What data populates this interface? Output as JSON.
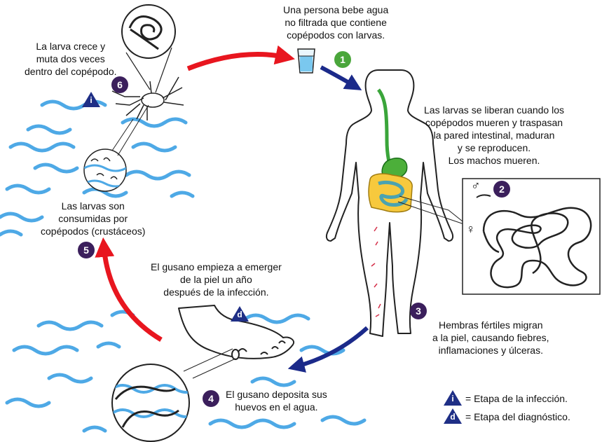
{
  "steps": {
    "s1": {
      "number": "1",
      "text": [
        "Una persona bebe agua",
        "no filtrada que contiene",
        "copépodos con larvas."
      ]
    },
    "s2": {
      "number": "2",
      "text": [
        "Las larvas se liberan cuando los",
        "copépodos mueren y traspasan",
        "la pared intestinal, maduran",
        "y se reproducen.",
        "Los machos mueren."
      ]
    },
    "s3": {
      "number": "3",
      "text": [
        "Hembras fértiles migran",
        "a la piel, causando fiebres,",
        "inflamaciones y úlceras."
      ]
    },
    "s4": {
      "number": "4",
      "text": [
        "El gusano deposita sus",
        "huevos en el agua."
      ]
    },
    "s5": {
      "number": "5",
      "text": [
        "Las larvas son",
        "consumidas por",
        "copépodos (crustáceos)"
      ]
    },
    "s6": {
      "number": "6",
      "text": [
        "La larva crece y",
        "muta dos veces",
        "dentro del copépodo."
      ]
    },
    "emerge": {
      "text": [
        "El gusano empieza a emerger",
        "de la piel un año",
        "después de la infección."
      ]
    }
  },
  "badges": {
    "infection_letter": "i",
    "diagnosis_letter": "d"
  },
  "legend": {
    "infection": {
      "letter": "i",
      "label": "=  Etapa de la infección."
    },
    "diagnosis": {
      "letter": "d",
      "label": "=  Etapa del diagnóstico."
    }
  },
  "symbols": {
    "male": "♂",
    "female": "♀"
  },
  "colors": {
    "red_arrow": "#e8161f",
    "blue_arrow": "#1b2a8a",
    "water": "#4ea9e6",
    "badge_green": "#4aa63b",
    "badge_purple": "#3b1f5c",
    "triangle": "#1f2f86"
  }
}
